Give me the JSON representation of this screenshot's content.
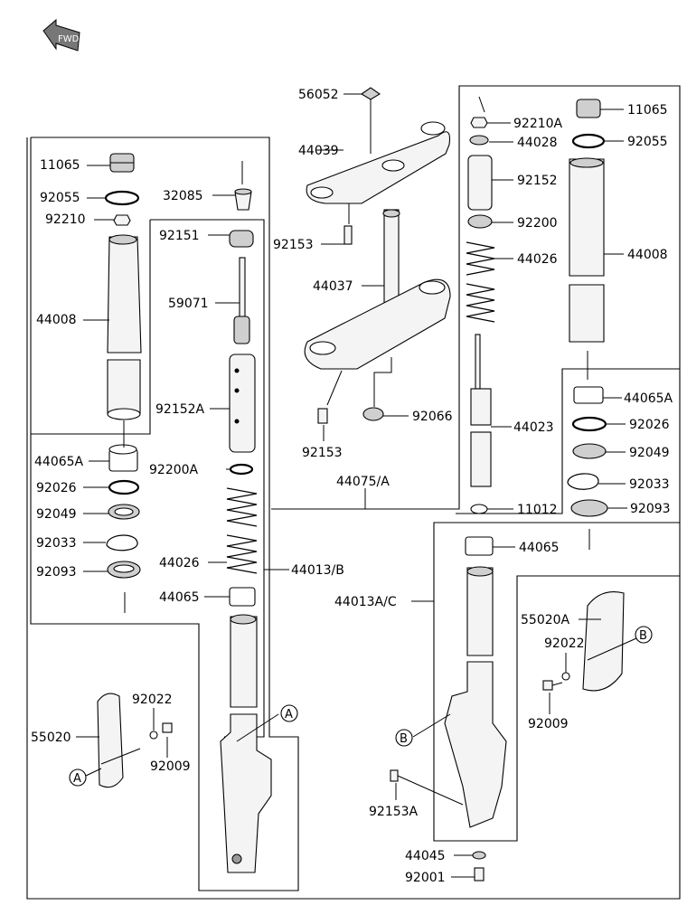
{
  "fwd_label": "FWD",
  "left_panel": {
    "labels": [
      "11065",
      "92055",
      "92210",
      "44008",
      "44065A",
      "92026",
      "92049",
      "92033",
      "92093",
      "32085",
      "92151",
      "59071",
      "92152A",
      "92200A",
      "44026",
      "44065",
      "44013/B",
      "55020",
      "92022",
      "92009"
    ],
    "refs": [
      "A",
      "A"
    ]
  },
  "center_panel": {
    "labels": [
      "56052",
      "44039",
      "92153",
      "44037",
      "92153",
      "92066",
      "44075/A"
    ]
  },
  "right_panel": {
    "labels": [
      "92210A",
      "44028",
      "11065",
      "92055",
      "92152",
      "92200",
      "44026",
      "44008",
      "44023",
      "44065A",
      "92026",
      "92049",
      "92033",
      "92093",
      "11012",
      "44065",
      "44013A/C",
      "55020A",
      "92022",
      "92009",
      "92153A",
      "44045",
      "92001"
    ],
    "refs": [
      "B",
      "B"
    ]
  }
}
